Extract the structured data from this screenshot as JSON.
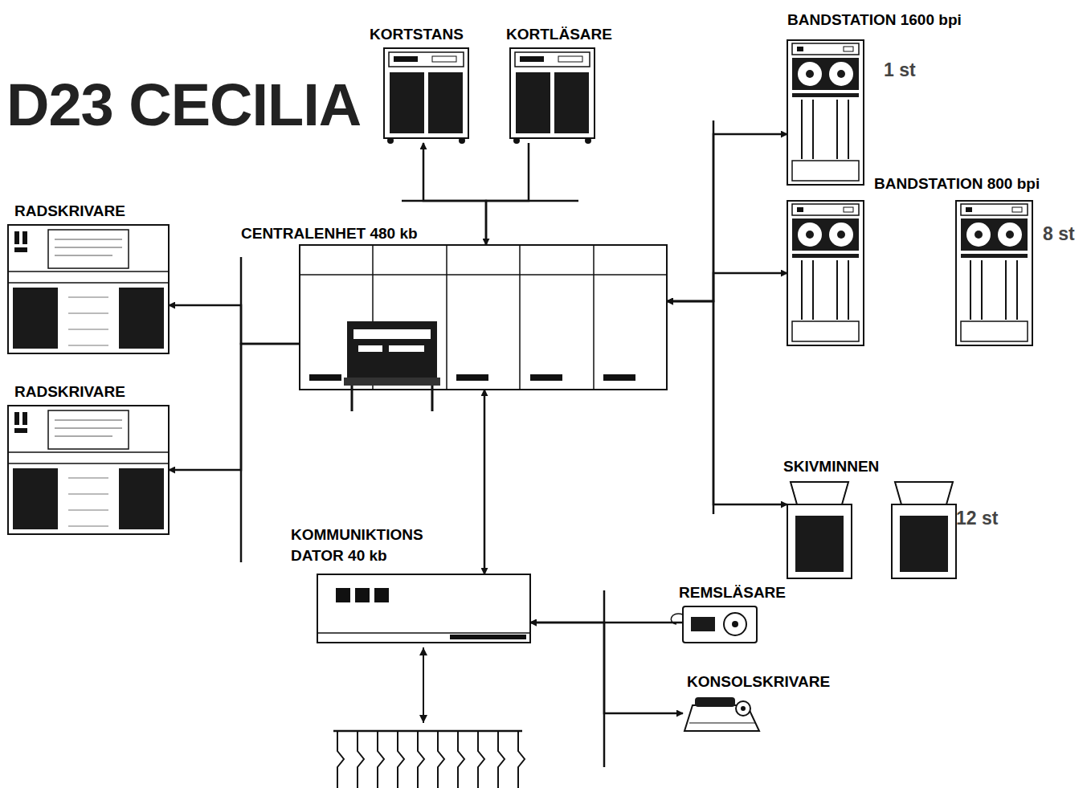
{
  "diagram": {
    "title": "D23 CECILIA",
    "nodes": [
      {
        "text": [
          "KORTSTANS"
        ]
      },
      {
        "text": [
          "KORTLÄSARE"
        ]
      },
      {
        "text": [
          "BANDSTATION 1600 bpi",
          "1 st"
        ]
      },
      {
        "text": [
          "RADSKRIVARE"
        ]
      },
      {
        "text": [
          "CENTRALENHET 480 kb"
        ]
      },
      {
        "text": [
          "RADSKRIVARE"
        ]
      },
      {
        "text": [
          "BANDSTATION 800 bpi",
          "8 st"
        ]
      },
      {
        "text": [
          "SKIVMINNEN",
          "12 st"
        ]
      },
      {
        "text": [
          "KOMMUNIKTIONS DATOR 40 kb"
        ]
      },
      {
        "text": [
          "REMSLÄSARE"
        ]
      },
      {
        "text": [
          "KONSOLSKRIVARE"
        ]
      }
    ],
    "edges": [
      {
        "from": 4,
        "to": 0,
        "arrow": "to"
      },
      {
        "from": 1,
        "to": 4,
        "arrow": "to"
      },
      {
        "from": 4,
        "to": 3,
        "arrow": "to"
      },
      {
        "from": 4,
        "to": 5,
        "arrow": "to"
      },
      {
        "from": 4,
        "to": 2,
        "arrow": "both"
      },
      {
        "from": 4,
        "to": 6,
        "arrow": "both"
      },
      {
        "from": 4,
        "to": 7,
        "arrow": "both"
      },
      {
        "from": 4,
        "to": 8,
        "arrow": "both"
      },
      {
        "from": 9,
        "to": 8,
        "arrow": "to"
      },
      {
        "from": 8,
        "to": 10,
        "arrow": "both"
      }
    ]
  }
}
